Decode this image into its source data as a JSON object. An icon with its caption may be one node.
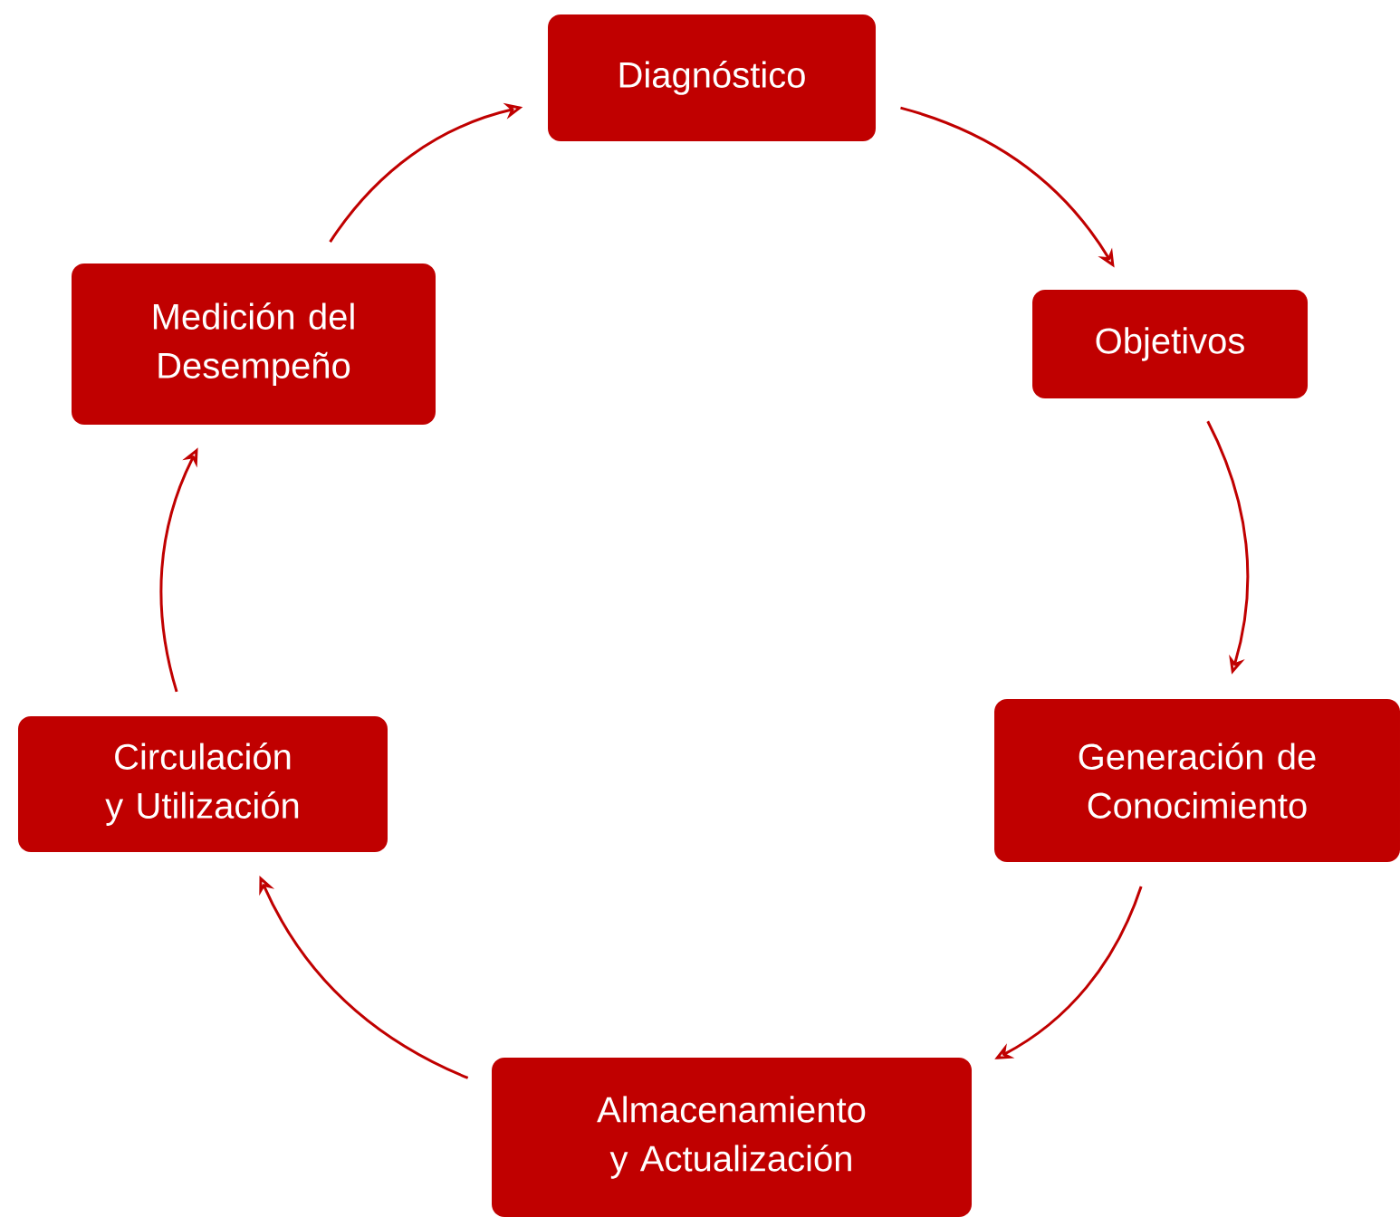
{
  "diagram": {
    "nodes": [
      {
        "text": [
          "Diagnóstico"
        ]
      },
      {
        "text": [
          "Objetivos"
        ]
      },
      {
        "text": [
          "Generación de Conocimiento"
        ]
      },
      {
        "text": [
          "Almacenamiento y Actualización"
        ]
      },
      {
        "text": [
          "Circulación y Utilización"
        ]
      },
      {
        "text": [
          "Medición del Desempeño"
        ]
      }
    ],
    "edges": [
      {
        "from": 0,
        "to": 1,
        "arrow": "to"
      },
      {
        "from": 1,
        "to": 2,
        "arrow": "to"
      },
      {
        "from": 2,
        "to": 3,
        "arrow": "to"
      },
      {
        "from": 3,
        "to": 4,
        "arrow": "to"
      },
      {
        "from": 4,
        "to": 5,
        "arrow": "to"
      },
      {
        "from": 5,
        "to": 0,
        "arrow": "to"
      }
    ]
  }
}
